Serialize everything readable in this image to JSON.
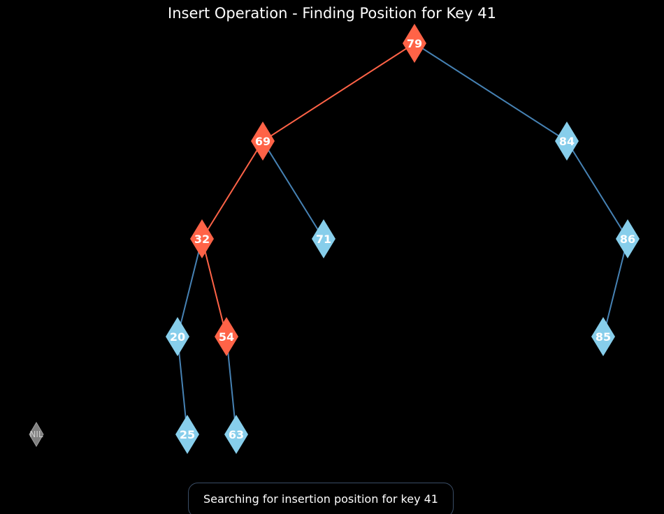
{
  "title": "Insert Operation - Finding Position for Key 41",
  "status": "Searching for insertion position for key 41",
  "colors": {
    "background": "#000000",
    "path_node": "#ff6347",
    "path_edge": "#ff6347",
    "normal_node": "#87ceeb",
    "normal_edge": "#4682b4",
    "nil_node": "#808080",
    "text": "#ffffff"
  },
  "nodes": [
    {
      "id": "n79",
      "key": "79",
      "depth": 0,
      "on_path": true
    },
    {
      "id": "n69",
      "key": "69",
      "depth": 1,
      "on_path": true
    },
    {
      "id": "n84",
      "key": "84",
      "depth": 1,
      "on_path": false
    },
    {
      "id": "n32",
      "key": "32",
      "depth": 2,
      "on_path": true
    },
    {
      "id": "n71",
      "key": "71",
      "depth": 2,
      "on_path": false
    },
    {
      "id": "n86",
      "key": "86",
      "depth": 2,
      "on_path": false
    },
    {
      "id": "n20",
      "key": "20",
      "depth": 3,
      "on_path": false
    },
    {
      "id": "n54",
      "key": "54",
      "depth": 3,
      "on_path": true
    },
    {
      "id": "n85",
      "key": "85",
      "depth": 3,
      "on_path": false
    },
    {
      "id": "n25",
      "key": "25",
      "depth": 4,
      "on_path": false
    },
    {
      "id": "n63",
      "key": "63",
      "depth": 4,
      "on_path": false
    },
    {
      "id": "nil",
      "key": "NIL",
      "depth": 4,
      "on_path": false,
      "nil": true
    }
  ],
  "edges": [
    {
      "from": "n79",
      "to": "n69",
      "on_path": true
    },
    {
      "from": "n79",
      "to": "n84",
      "on_path": false
    },
    {
      "from": "n69",
      "to": "n32",
      "on_path": true
    },
    {
      "from": "n69",
      "to": "n71",
      "on_path": false
    },
    {
      "from": "n84",
      "to": "n86",
      "on_path": false
    },
    {
      "from": "n32",
      "to": "n20",
      "on_path": false
    },
    {
      "from": "n32",
      "to": "n54",
      "on_path": true
    },
    {
      "from": "n86",
      "to": "n85",
      "on_path": false
    },
    {
      "from": "n20",
      "to": "n25",
      "on_path": false
    },
    {
      "from": "n54",
      "to": "n63",
      "on_path": false
    }
  ]
}
